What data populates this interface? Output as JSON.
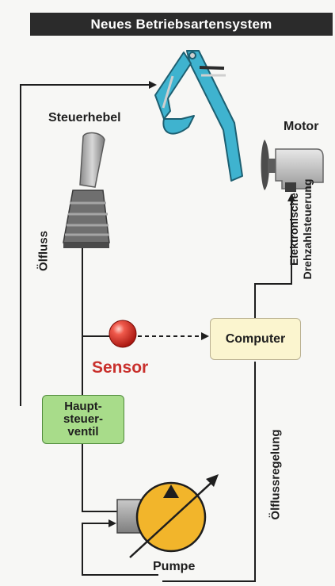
{
  "title": "Neues Betriebsartensystem",
  "labels": {
    "steuerhebel": "Steuerhebel",
    "motor": "Motor",
    "oelfluss": "Ölfluss",
    "elektronische_line1": "Elektronische",
    "elektronische_line2": "Drehzahlsteuerung",
    "sensor": "Sensor",
    "computer": "Computer",
    "hauptsteuerventil_line1": "Haupt-",
    "hauptsteuerventil_line2": "steuer-",
    "hauptsteuerventil_line3": "ventil",
    "oelflussregelung": "Ölflussregelung",
    "pumpe": "Pumpe"
  },
  "colors": {
    "title_bg": "#2b2b2b",
    "excavator_arm": "#3fb3cf",
    "computer_box": "#fbf5cf",
    "valve_box": "#a8dc8a",
    "pump": "#f2b52b",
    "sensor_ball": "#e0342a",
    "sensor_text": "#c9302c",
    "lines": "#1e1e1e"
  },
  "icons": {
    "excavator": "excavator-arm-icon",
    "lever": "joystick-lever-icon",
    "engine": "engine-motor-icon",
    "sensor": "sensor-ball-icon",
    "pump": "pump-icon"
  }
}
